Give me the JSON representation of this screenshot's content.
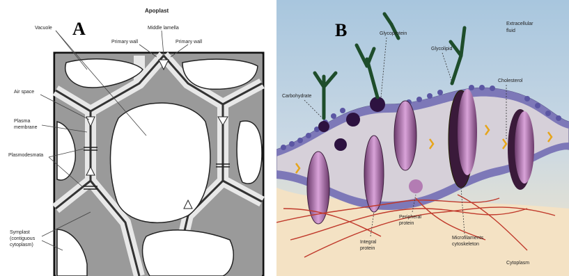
{
  "panel_a": {
    "letter": "A",
    "labels": {
      "apoplast": "Apoplast",
      "vacuole": "Vacuole",
      "middle_lamella": "Middle lamella",
      "primary_wall_left": "Primary wall",
      "primary_wall_right": "Primary wall",
      "air_space": "Air space",
      "plasma_membrane_1": "Plasma",
      "plasma_membrane_2": "membrane",
      "plasmodesmata": "Plasmodesmata",
      "symplast_1": "Symplast",
      "symplast_2": "(contiguous",
      "symplast_3": "cytoplasm)"
    }
  },
  "panel_b": {
    "letter": "B",
    "labels": {
      "extracellular": "Extracellular",
      "fluid": "fluid",
      "glycoprotein": "Glycoprotein",
      "glycolipid": "Glycolipid",
      "carbohydrate": "Carbohydrate",
      "cholesterol": "Cholesterol",
      "integral_protein": "Integral",
      "integral_protein_2": "protein",
      "peripheral_protein": "Peripheral",
      "peripheral_protein_2": "protein",
      "microfilaments": "Microfilaments",
      "microfilaments_2": "cytoskeleton",
      "cytoplasm": "Cytoplasm"
    }
  }
}
